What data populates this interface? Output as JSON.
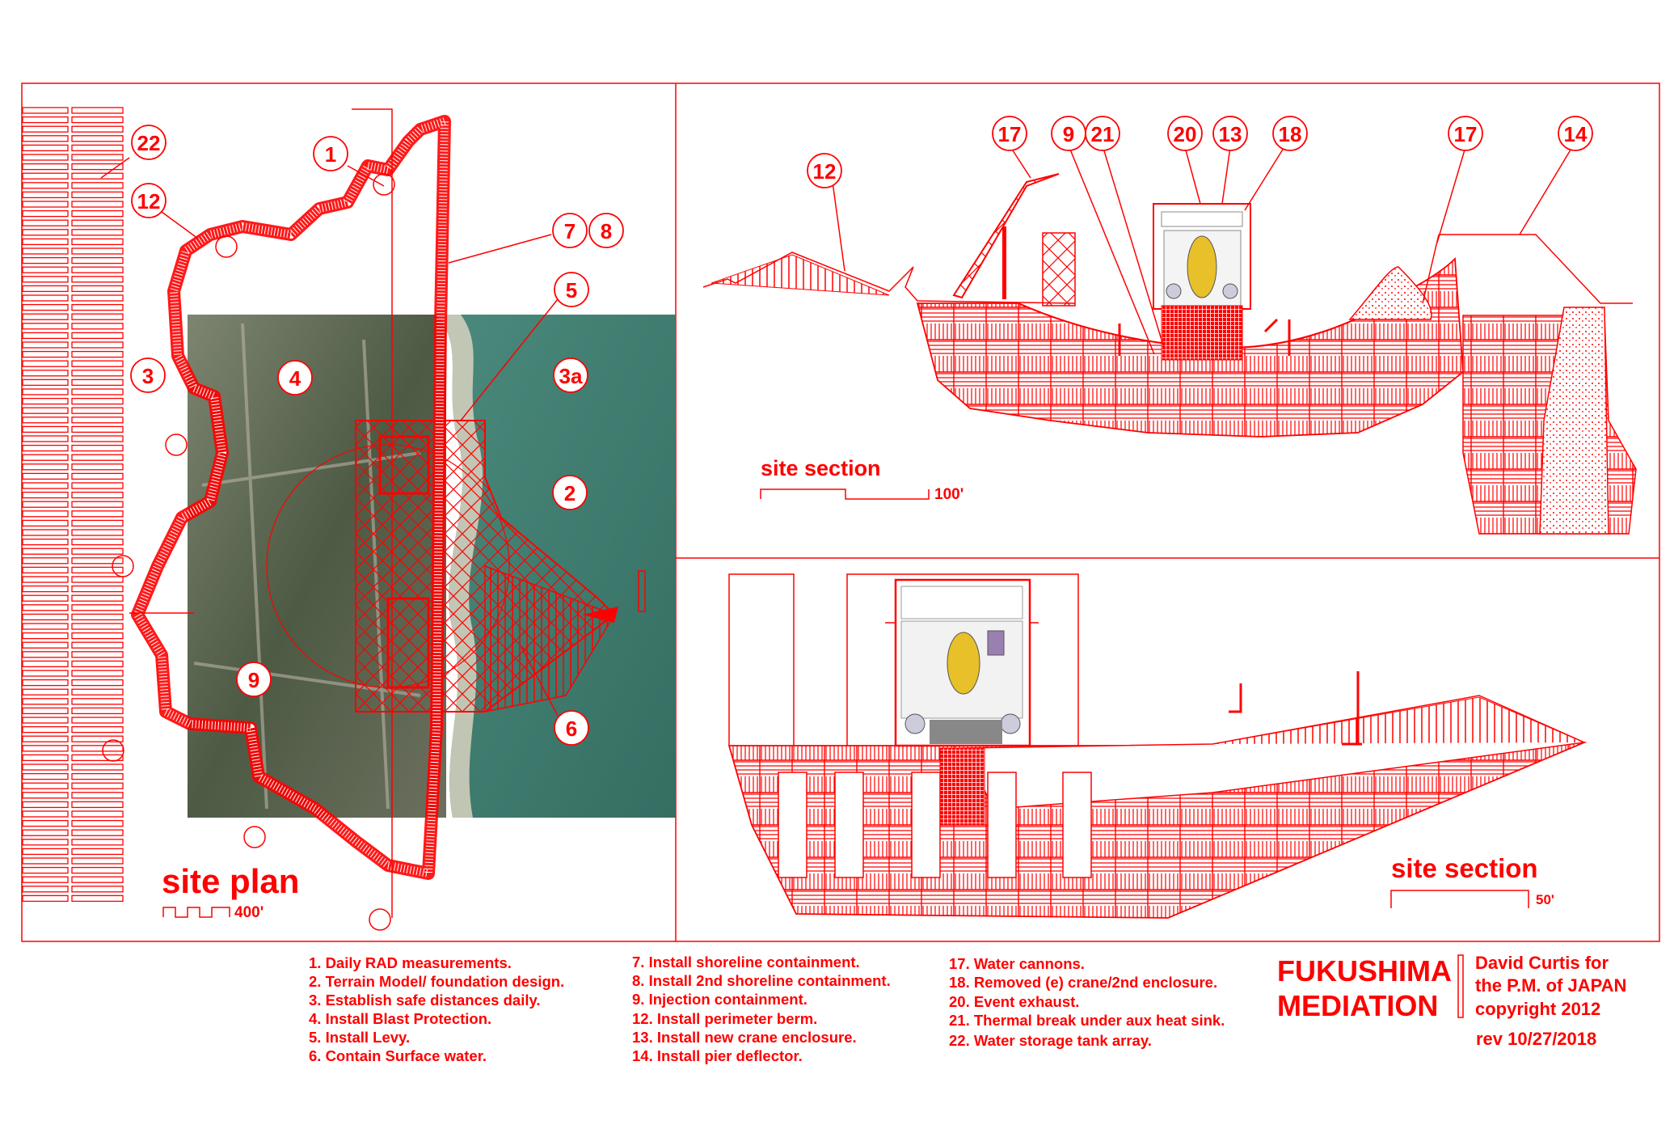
{
  "colors": {
    "line": "#ff0000",
    "sea": "#3f7d70",
    "land": "#6a7560"
  },
  "site_plan": {
    "title": "site plan",
    "scale_label": "400'",
    "callouts": [
      "22",
      "12",
      "1",
      "7",
      "8",
      "5",
      "3",
      "3a",
      "4",
      "2",
      "6",
      "9"
    ]
  },
  "site_section_top": {
    "title": "site section",
    "scale_label": "100'",
    "callouts": [
      "12",
      "17",
      "9",
      "21",
      "20",
      "13",
      "18",
      "17",
      "14"
    ]
  },
  "site_section_bottom": {
    "title": "site section",
    "scale_label": "50'"
  },
  "legend": {
    "col1": [
      "1. Daily RAD measurements.",
      "2. Terrain Model/ foundation design.",
      "3. Establish safe distances daily.",
      "4. Install Blast Protection.",
      "5. Install Levy.",
      "6. Contain Surface water."
    ],
    "col2": [
      "7. Install shoreline containment.",
      "8. Install 2nd shoreline containment.",
      "9. Injection containment.",
      "12. Install perimeter berm.",
      "13. Install new crane enclosure.",
      "14. Install pier deflector."
    ],
    "col3": [
      "17. Water cannons.",
      "18. Removed (e) crane/2nd enclosure.",
      "20. Event exhaust.",
      "21. Thermal break under aux heat sink.",
      "22. Water storage tank array."
    ]
  },
  "title_block": {
    "title_line1": "FUKUSHIMA",
    "title_line2": "MEDIATION",
    "author_line1": "David Curtis for",
    "author_line2": "the P.M. of JAPAN",
    "author_line3": "copyright 2012",
    "revision": "rev 10/27/2018"
  }
}
